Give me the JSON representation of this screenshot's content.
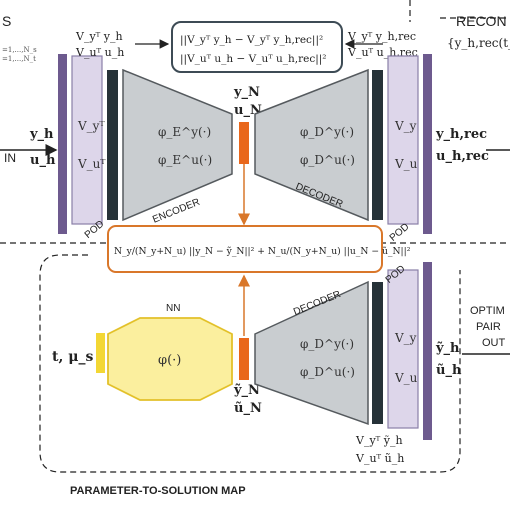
{
  "labels": {
    "top_left_partial": "S",
    "top_left_indices_1": "=1,...,N_s",
    "top_left_indices_2": "=1,...,N_t",
    "top_right_partial": "RECON",
    "top_right_set": "{y_h,rec(t_j, μ",
    "in_label": "IN",
    "in_y": "y_h",
    "in_u": "u_h",
    "enc_left_y": "V_yᵀ y_h",
    "enc_left_u": "V_uᵀ u_h",
    "dec_right_y": "V_yᵀ y_h,rec",
    "dec_right_u": "V_uᵀ u_h,rec",
    "loss_top_1": "||V_yᵀ y_h − V_yᵀ y_h,rec||²",
    "loss_top_2": "||V_uᵀ u_h − V_uᵀ u_h,rec||²",
    "pod_left_y": "V_yᵀ",
    "pod_left_u": "V_uᵀ",
    "pod_right_y": "V_y",
    "pod_right_u": "V_u",
    "pod_label": "POD",
    "encoder_phi_y": "φ_E^y(·)",
    "encoder_phi_u": "φ_E^u(·)",
    "encoder_label": "ENCODER",
    "latent_y": "y_N",
    "latent_u": "u_N",
    "decoder_phi_y": "φ_D^y(·)",
    "decoder_phi_u": "φ_D^u(·)",
    "decoder_label": "DECODER",
    "out_y": "y_h,rec",
    "out_u": "u_h,rec",
    "latent_loss": "N_y/(N_y+N_u) ||y_N − ỹ_N||² + N_u/(N_y+N_u) ||u_N − ũ_N||²",
    "param_input": "t, μ_s",
    "nn_label": "NN",
    "nn_phi": "φ(·)",
    "pred_y": "ỹ_N",
    "pred_u": "ũ_N",
    "bottom_out_y": "ỹ_h",
    "bottom_out_u": "ũ_h",
    "bottom_pod_y": "V_yᵀ ỹ_h",
    "bottom_pod_u": "V_uᵀ ũ_h",
    "optim_1": "OPTIM",
    "optim_2": "PAIR",
    "optim_3": "OUT",
    "map_title": "PARAMETER-TO-SOLUTION MAP"
  },
  "colors": {
    "pod_fill": "#ddd6ea",
    "pod_border": "#8a7fa8",
    "bar_purple": "#6d5a8e",
    "bar_dark": "#263238",
    "trap_fill": "#c9cdd0",
    "trap_border": "#555a5e",
    "latent_orange": "#e9671b",
    "box_orange": "#d9772a",
    "nn_fill": "#fbef9e",
    "nn_border": "#e3c12a",
    "input_yellow": "#f3d734",
    "loss_box_border": "#3d4b55"
  }
}
